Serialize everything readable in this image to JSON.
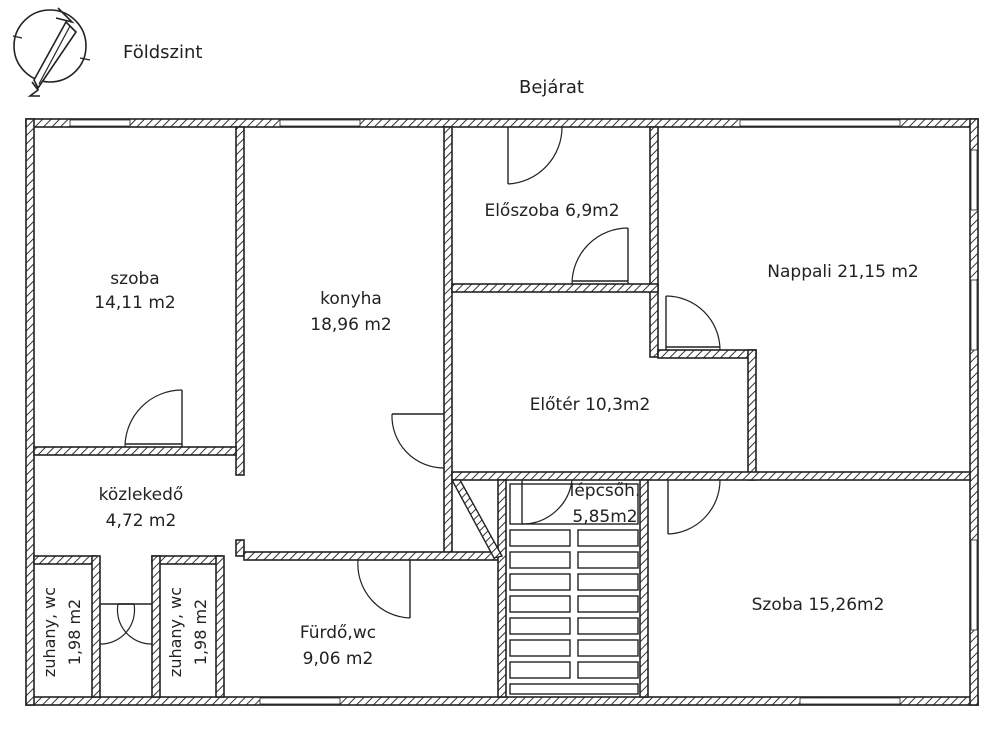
{
  "title": "Földszint",
  "entrance": "Bejárat",
  "rooms": [
    {
      "id": "szoba-left",
      "name": "szoba",
      "area": "14,11 m2"
    },
    {
      "id": "konyha",
      "name": "konyha",
      "area": "18,96 m2"
    },
    {
      "id": "eloszoba",
      "label": "Előszoba 6,9m2"
    },
    {
      "id": "nappali",
      "label": "Nappali 21,15 m2"
    },
    {
      "id": "eloter",
      "label": "Előtér 10,3m2"
    },
    {
      "id": "kozlekedo",
      "name": "közlekedő",
      "area": "4,72 m2"
    },
    {
      "id": "lepcsoh",
      "name": "lépcsőh.",
      "area": "5,85m2"
    },
    {
      "id": "szoba-right",
      "label": "Szoba 15,26m2"
    },
    {
      "id": "furdo",
      "name": "Fürdő,wc",
      "area": "9,06 m2"
    },
    {
      "id": "zuhany-1",
      "name": "zuhany, wc",
      "area": "1,98 m2"
    },
    {
      "id": "zuhany-2",
      "name": "zuhany, wc",
      "area": "1,98 m2"
    }
  ],
  "stair_steps": 8
}
